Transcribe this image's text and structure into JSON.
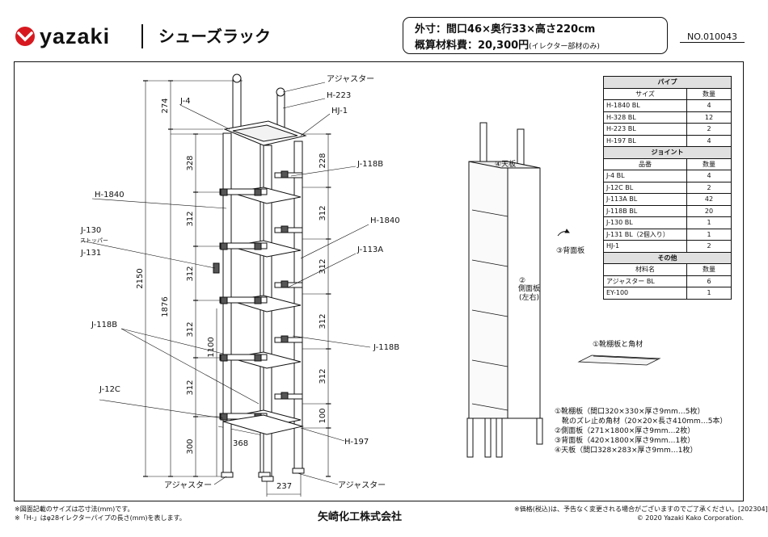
{
  "header": {
    "brand": "yazaki",
    "title": "シューズラック",
    "spec_line1": "外寸：間口46×奥行33×高さ220cm",
    "spec_line2": "概算材料費：20,300円",
    "spec_line2_note": "(イレクター部材のみ)",
    "doc_number": "NO.010043"
  },
  "drawing_labels": {
    "adjuster": "アジャスター",
    "stopper": "ストッパー",
    "parts": [
      "J-4",
      "H-223",
      "HJ-1",
      "J-118B",
      "H-1840",
      "J-130",
      "J-131",
      "J-113A",
      "J-12C",
      "H-197"
    ],
    "dims": [
      "274",
      "328",
      "312",
      "2150",
      "1876",
      "1100",
      "300",
      "368",
      "237",
      "228",
      "100"
    ]
  },
  "side_view": {
    "top_panel": "④天板",
    "side_panel": "②",
    "side_panel_2": "側面板",
    "side_panel_3": "(左右)",
    "back_panel": "③背面板"
  },
  "bom": {
    "pipe": {
      "header": "パイプ",
      "col1": "サイズ",
      "col2": "数量",
      "rows": [
        {
          "name": "H-1840 BL",
          "qty": "4"
        },
        {
          "name": "H-328 BL",
          "qty": "12"
        },
        {
          "name": "H-223 BL",
          "qty": "2"
        },
        {
          "name": "H-197 BL",
          "qty": "4"
        }
      ]
    },
    "joint": {
      "header": "ジョイント",
      "col1": "品番",
      "col2": "数量",
      "rows": [
        {
          "name": "J-4 BL",
          "qty": "4"
        },
        {
          "name": "J-12C BL",
          "qty": "2"
        },
        {
          "name": "J-113A BL",
          "qty": "42"
        },
        {
          "name": "J-118B BL",
          "qty": "20"
        },
        {
          "name": "J-130 BL",
          "qty": "1"
        },
        {
          "name": "J-131 BL（2個入り）",
          "qty": "1"
        },
        {
          "name": "HJ-1",
          "qty": "2"
        }
      ]
    },
    "other": {
      "header": "その他",
      "col1": "材料名",
      "col2": "数量",
      "rows": [
        {
          "name": "アジャスター BL",
          "qty": "6"
        },
        {
          "name": "EY-100",
          "qty": "1"
        }
      ]
    }
  },
  "board_label": "①靴棚板と角材",
  "notes": [
    "①靴棚板（間口320×330×厚さ9mm…5枚）",
    "　靴のズレ止め角材（20×20×長さ410mm…5本）",
    "②側面板（271×1800×厚さ9mm…2枚）",
    "③背面板（420×1800×厚さ9mm…1枚）",
    "④天板（間口328×283×厚さ9mm…1枚）"
  ],
  "footer": {
    "left1": "※図面記載のサイズは芯寸法(mm)です。",
    "left2": "※「H-」はφ28イレクターパイプの長さ(mm)を表します。",
    "center": "矢崎化工株式会社",
    "right1": "※価格(税込)は、予告なく変更される場合がございますのでご了承ください。[202304]",
    "right2": "© 2020 Yazaki Kako Corporation."
  },
  "colors": {
    "brand_red": "#d7191f",
    "line": "#111111",
    "header_fill": "#e0e0e0"
  }
}
